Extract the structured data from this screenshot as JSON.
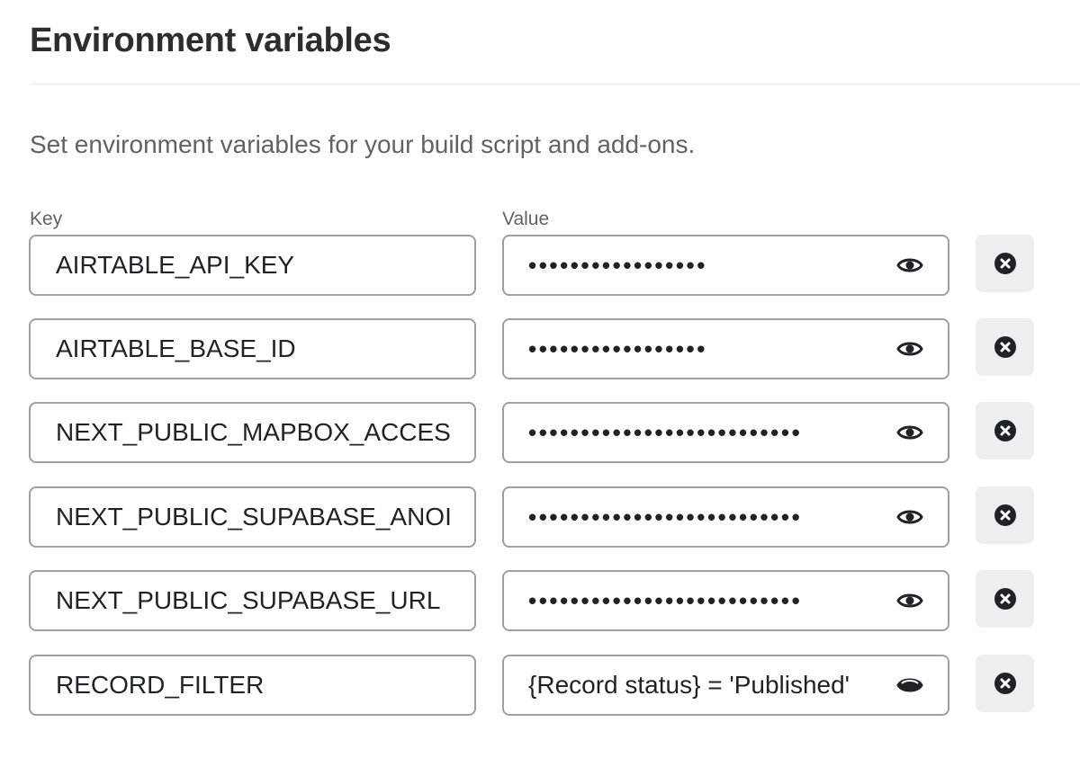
{
  "header": {
    "title": "Environment variables",
    "description": "Set environment variables for your build script and add-ons."
  },
  "columns": {
    "key_label": "Key",
    "value_label": "Value"
  },
  "variables": [
    {
      "key": "AIRTABLE_API_KEY",
      "value": "•••••••••••••••••",
      "masked": true
    },
    {
      "key": "AIRTABLE_BASE_ID",
      "value": "•••••••••••••••••",
      "masked": true
    },
    {
      "key": "NEXT_PUBLIC_MAPBOX_ACCES",
      "value": "••••••••••••••••••••••••••",
      "masked": true
    },
    {
      "key": "NEXT_PUBLIC_SUPABASE_ANOI",
      "value": "••••••••••••••••••••••••••",
      "masked": true
    },
    {
      "key": "NEXT_PUBLIC_SUPABASE_URL",
      "value": "••••••••••••••••••••••••••",
      "masked": true
    },
    {
      "key": "RECORD_FILTER",
      "value": "{Record status} = 'Published'",
      "masked": false
    }
  ],
  "icons": {
    "reveal": "eye-icon",
    "remove": "close-circle-icon"
  },
  "colors": {
    "border": "#9ca0a6",
    "remove_button_bg": "#eceef0",
    "muted_text": "#5f6369"
  }
}
